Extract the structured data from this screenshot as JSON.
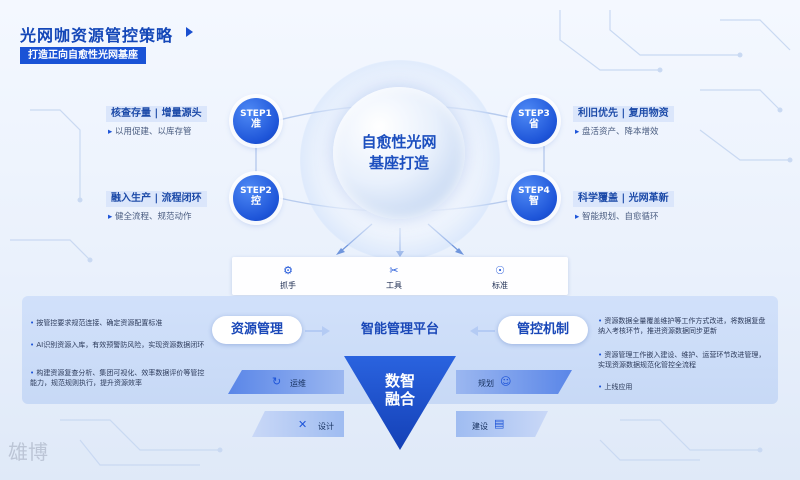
{
  "header": {
    "title": "光网咖资源管控策略",
    "subtitle": "打造正向自愈性光网基座"
  },
  "core": {
    "line1": "自愈性光网",
    "line2": "基座打造"
  },
  "steps": [
    {
      "badge": "STEP1",
      "char": "准",
      "tag": "核查存量 | 增量源头",
      "sub": "以用促建、以库存管"
    },
    {
      "badge": "STEP2",
      "char": "控",
      "tag": "融入生产 | 流程闭环",
      "sub": "健全流程、规范动作"
    },
    {
      "badge": "STEP3",
      "char": "省",
      "tag": "利旧优先 | 复用物资",
      "sub": "盘活资产、降本增效"
    },
    {
      "badge": "STEP4",
      "char": "智",
      "tag": "科学覆盖 | 光网革新",
      "sub": "智能规划、自愈循环"
    }
  ],
  "mid_items": [
    {
      "icon": "gear-icon",
      "label": "抓手"
    },
    {
      "icon": "tools-icon",
      "label": "工具"
    },
    {
      "icon": "antenna-icon",
      "label": "标准"
    }
  ],
  "platform": {
    "left": "资源管理",
    "center": "智能管理平台",
    "right": "管控机制"
  },
  "left_notes": [
    "按管控要求规范连接、确定资源配置标准",
    "AI识别资源入库，有效预警防风险，实现资源数据闭环",
    "构建资源复查分析、集团可视化、效率数据评价等管控能力，规范规则执行，提升资源效率"
  ],
  "right_notes": [
    "资源数据全量覆盖维护等工作方式改进，将数据复盘纳入考核环节，推进资源数据同步更新",
    "资源管理工作嵌入建设、维护、运营环节改进管理，实现资源数据规范化管控全流程",
    "上线应用"
  ],
  "funnel": {
    "line1": "数智",
    "line2": "融合"
  },
  "bands": {
    "upper_left": "运维",
    "upper_right": "规划",
    "lower_left": "设计",
    "lower_right": "建设"
  },
  "watermark": "雄博",
  "colors": {
    "primary": "#1d54d8",
    "dark": "#1447b8",
    "panel": "#c6d9f7"
  }
}
